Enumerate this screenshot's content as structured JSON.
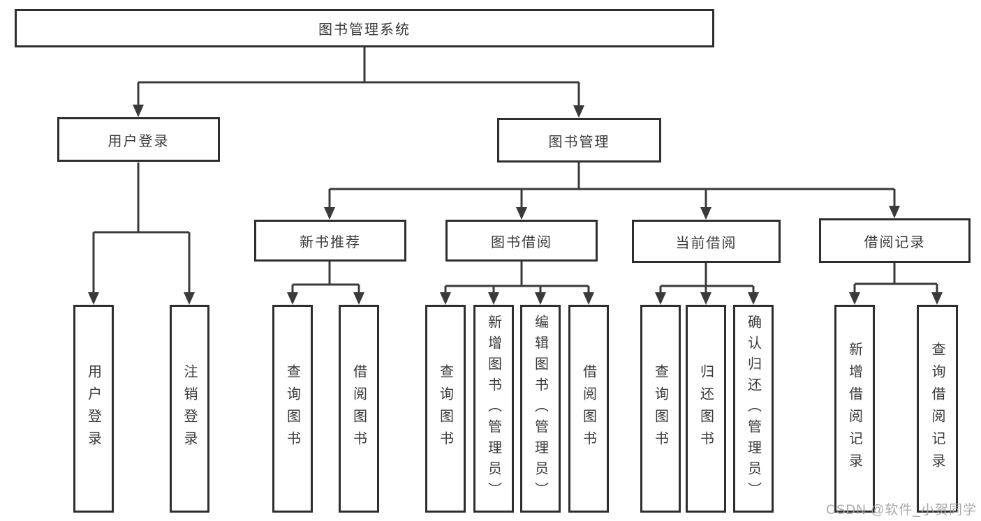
{
  "diagram": {
    "type": "hierarchy-tree",
    "root": {
      "label": "图书管理系统"
    },
    "level2": [
      {
        "id": "user-login",
        "label": "用户登录"
      },
      {
        "id": "book-management",
        "label": "图书管理"
      }
    ],
    "level3": [
      {
        "id": "new-book-recommend",
        "parent": "图书管理",
        "label": "新书推荐"
      },
      {
        "id": "book-borrowing",
        "parent": "图书管理",
        "label": "图书借阅"
      },
      {
        "id": "current-borrowing",
        "parent": "图书管理",
        "label": "当前借阅"
      },
      {
        "id": "borrowing-records",
        "parent": "图书管理",
        "label": "借阅记录"
      }
    ],
    "leaves": [
      {
        "parent": "用户登录",
        "label": "用户登录"
      },
      {
        "parent": "用户登录",
        "label": "注销登录"
      },
      {
        "parent": "新书推荐",
        "label": "查询图书"
      },
      {
        "parent": "新书推荐",
        "label": "借阅图书"
      },
      {
        "parent": "图书借阅",
        "label": "查询图书"
      },
      {
        "parent": "图书借阅",
        "label": "新增图书（管理员）"
      },
      {
        "parent": "图书借阅",
        "label": "编辑图书（管理员）"
      },
      {
        "parent": "图书借阅",
        "label": "借阅图书"
      },
      {
        "parent": "当前借阅",
        "label": "查询图书"
      },
      {
        "parent": "当前借阅",
        "label": "归还图书"
      },
      {
        "parent": "当前借阅",
        "label": "确认归还（管理员）"
      },
      {
        "parent": "借阅记录",
        "label": "新增借阅记录"
      },
      {
        "parent": "借阅记录",
        "label": "查询借阅记录"
      }
    ],
    "colors": {
      "line": "#3a3a3a",
      "border": "#2e2e2e",
      "text": "#3a3a3a",
      "background": "#ffffff",
      "watermark_text_color": "#a3a3a3"
    }
  },
  "watermark": {
    "text": "CSDN @软件_小贺同学"
  }
}
